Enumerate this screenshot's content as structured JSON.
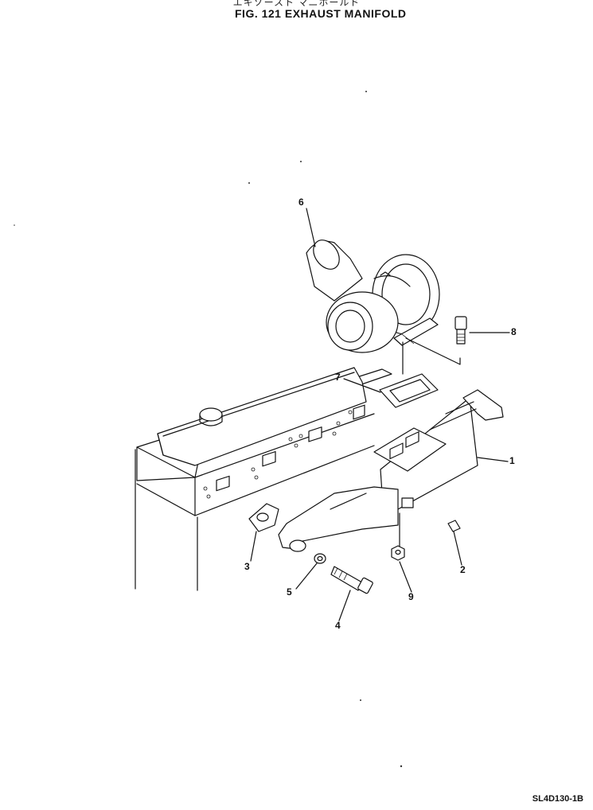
{
  "header": {
    "title_jp": "エキゾースト マニホールド",
    "title_en": "FIG. 121  EXHAUST  MANIFOLD"
  },
  "footer": {
    "drawing_code": "SL4D130-1B"
  },
  "callouts": [
    "1",
    "2",
    "3",
    "4",
    "5",
    "6",
    "7",
    "8",
    "9"
  ]
}
